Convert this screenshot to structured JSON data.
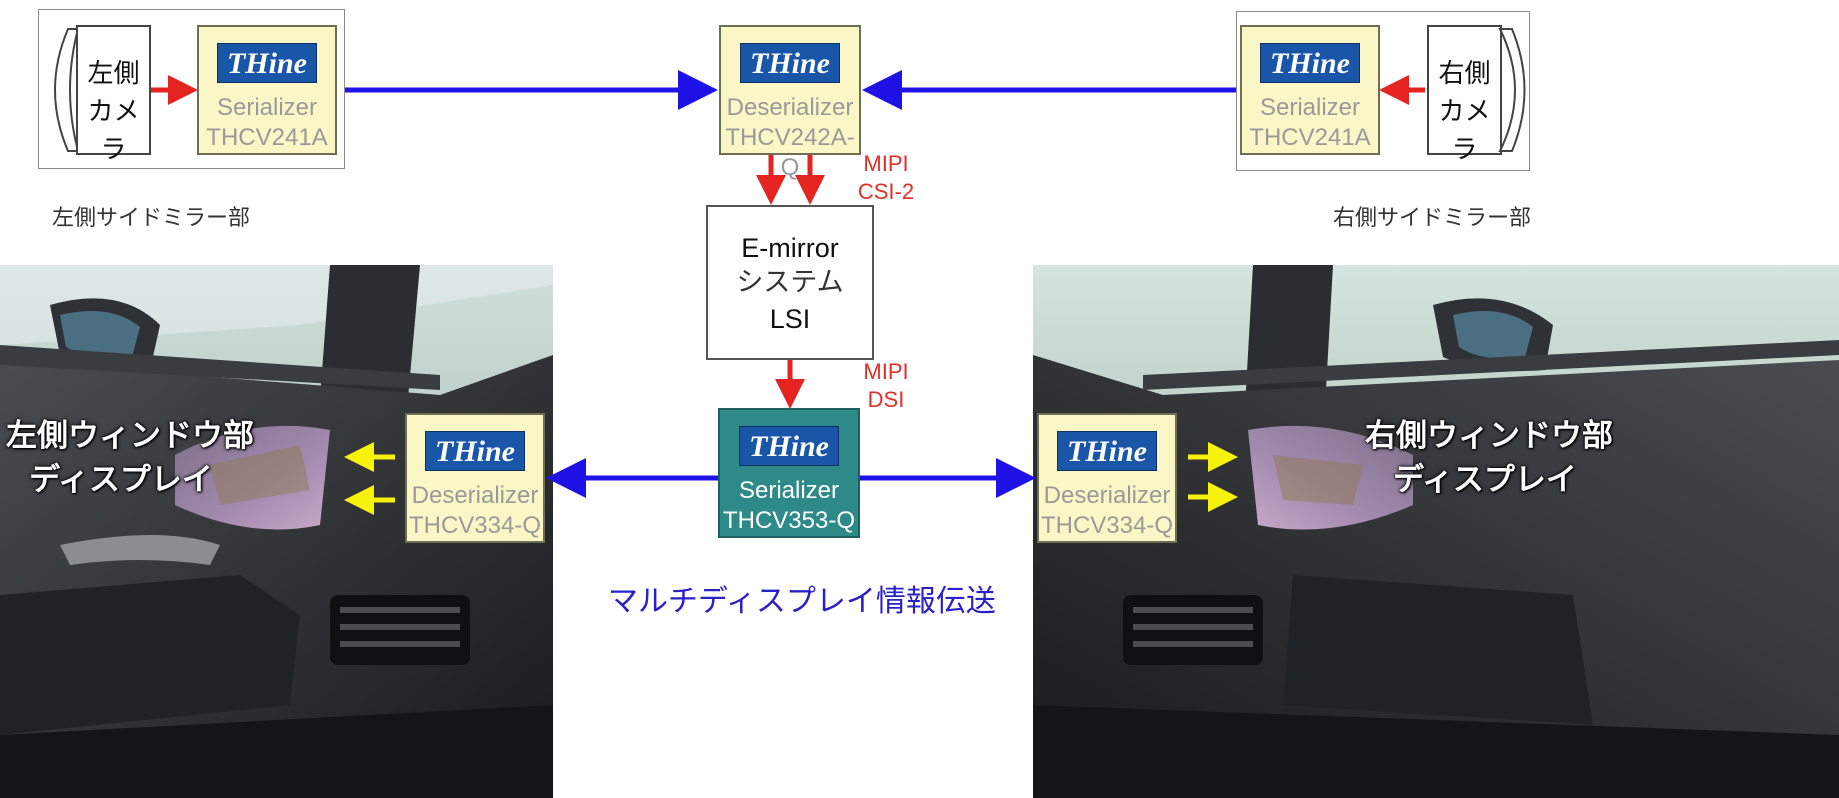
{
  "brand": {
    "logo_text": "THine",
    "logo_color": "#1a56a8"
  },
  "colors": {
    "chip_fill": "#fbf6c6",
    "teal_fill": "#2e8a88",
    "video_link": "#1f12e6",
    "control_link": "#e52421",
    "display_link": "#f6f20c",
    "title_text": "#2a20c8"
  },
  "left_camera": {
    "label_line1": "左側",
    "label_line2": "カメラ"
  },
  "right_camera": {
    "label_line1": "右側",
    "label_line2": "カメラ"
  },
  "left_serializer": {
    "role": "Serializer",
    "part": "THCV241A"
  },
  "right_serializer": {
    "role": "Serializer",
    "part": "THCV241A"
  },
  "center_deserializer": {
    "role": "Deserializer",
    "part": "THCV242A-Q"
  },
  "lsi": {
    "line1": "E-mirror",
    "line2": "システム",
    "line3": "LSI"
  },
  "center_serializer": {
    "role": "Serializer",
    "part": "THCV353-Q"
  },
  "left_deserializer": {
    "role": "Deserializer",
    "part": "THCV334-Q"
  },
  "right_deserializer": {
    "role": "Deserializer",
    "part": "THCV334-Q"
  },
  "labels": {
    "mipi_csi_line1": "MIPI",
    "mipi_csi_line2": "CSI-2",
    "mipi_dsi_line1": "MIPI",
    "mipi_dsi_line2": "DSI",
    "left_mirror_section": "左側サイドミラー部",
    "right_mirror_section": "右側サイドミラー部",
    "left_window_line1": "左側ウィンドウ部",
    "left_window_line2": "ディスプレイ",
    "right_window_line1": "右側ウィンドウ部",
    "right_window_line2": "ディスプレイ",
    "multi_display": "マルチディスプレイ情報伝送"
  }
}
